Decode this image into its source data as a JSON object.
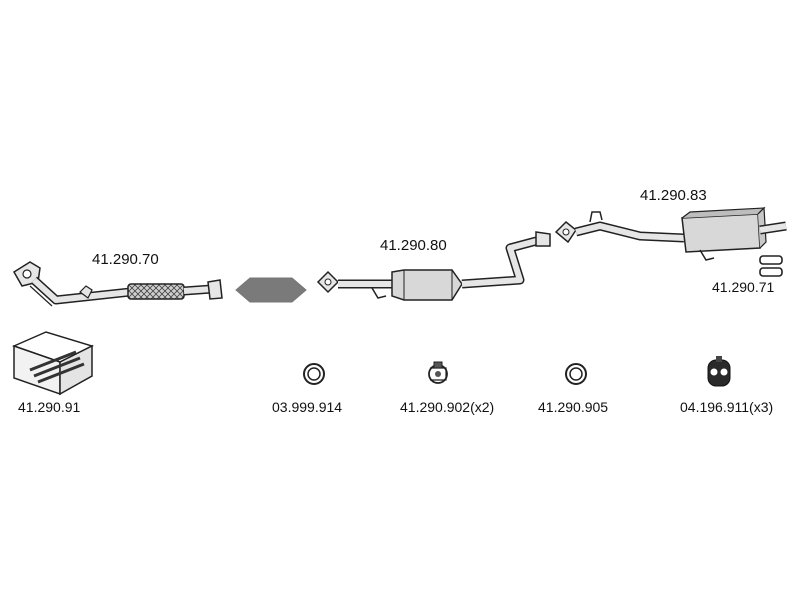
{
  "diagram": {
    "parts": [
      {
        "id": "front_pipe",
        "label": "41.290.70"
      },
      {
        "id": "catalyst",
        "label": "41.290.80"
      },
      {
        "id": "rear_silencer",
        "label": "41.290.83"
      },
      {
        "id": "gasket_pair",
        "label": "41.290.71"
      },
      {
        "id": "mounting_kit",
        "label": "41.290.91"
      },
      {
        "id": "ring_a",
        "label": "03.999.914"
      },
      {
        "id": "clamp",
        "label": "41.290.902(x2)"
      },
      {
        "id": "ring_b",
        "label": "41.290.905"
      },
      {
        "id": "hanger",
        "label": "04.196.911(x3)"
      }
    ]
  },
  "colors": {
    "line": "#222222",
    "fill": "#d8d8d8",
    "dark": "#555555",
    "placeholder": "#7a7a7a"
  },
  "icons": [
    "front-pipe-icon",
    "catalyst-placeholder-icon",
    "catalyst-icon",
    "rear-silencer-icon",
    "gasket-pair-icon",
    "mounting-kit-box-icon",
    "ring-icon",
    "clamp-icon",
    "rubber-hanger-icon"
  ]
}
